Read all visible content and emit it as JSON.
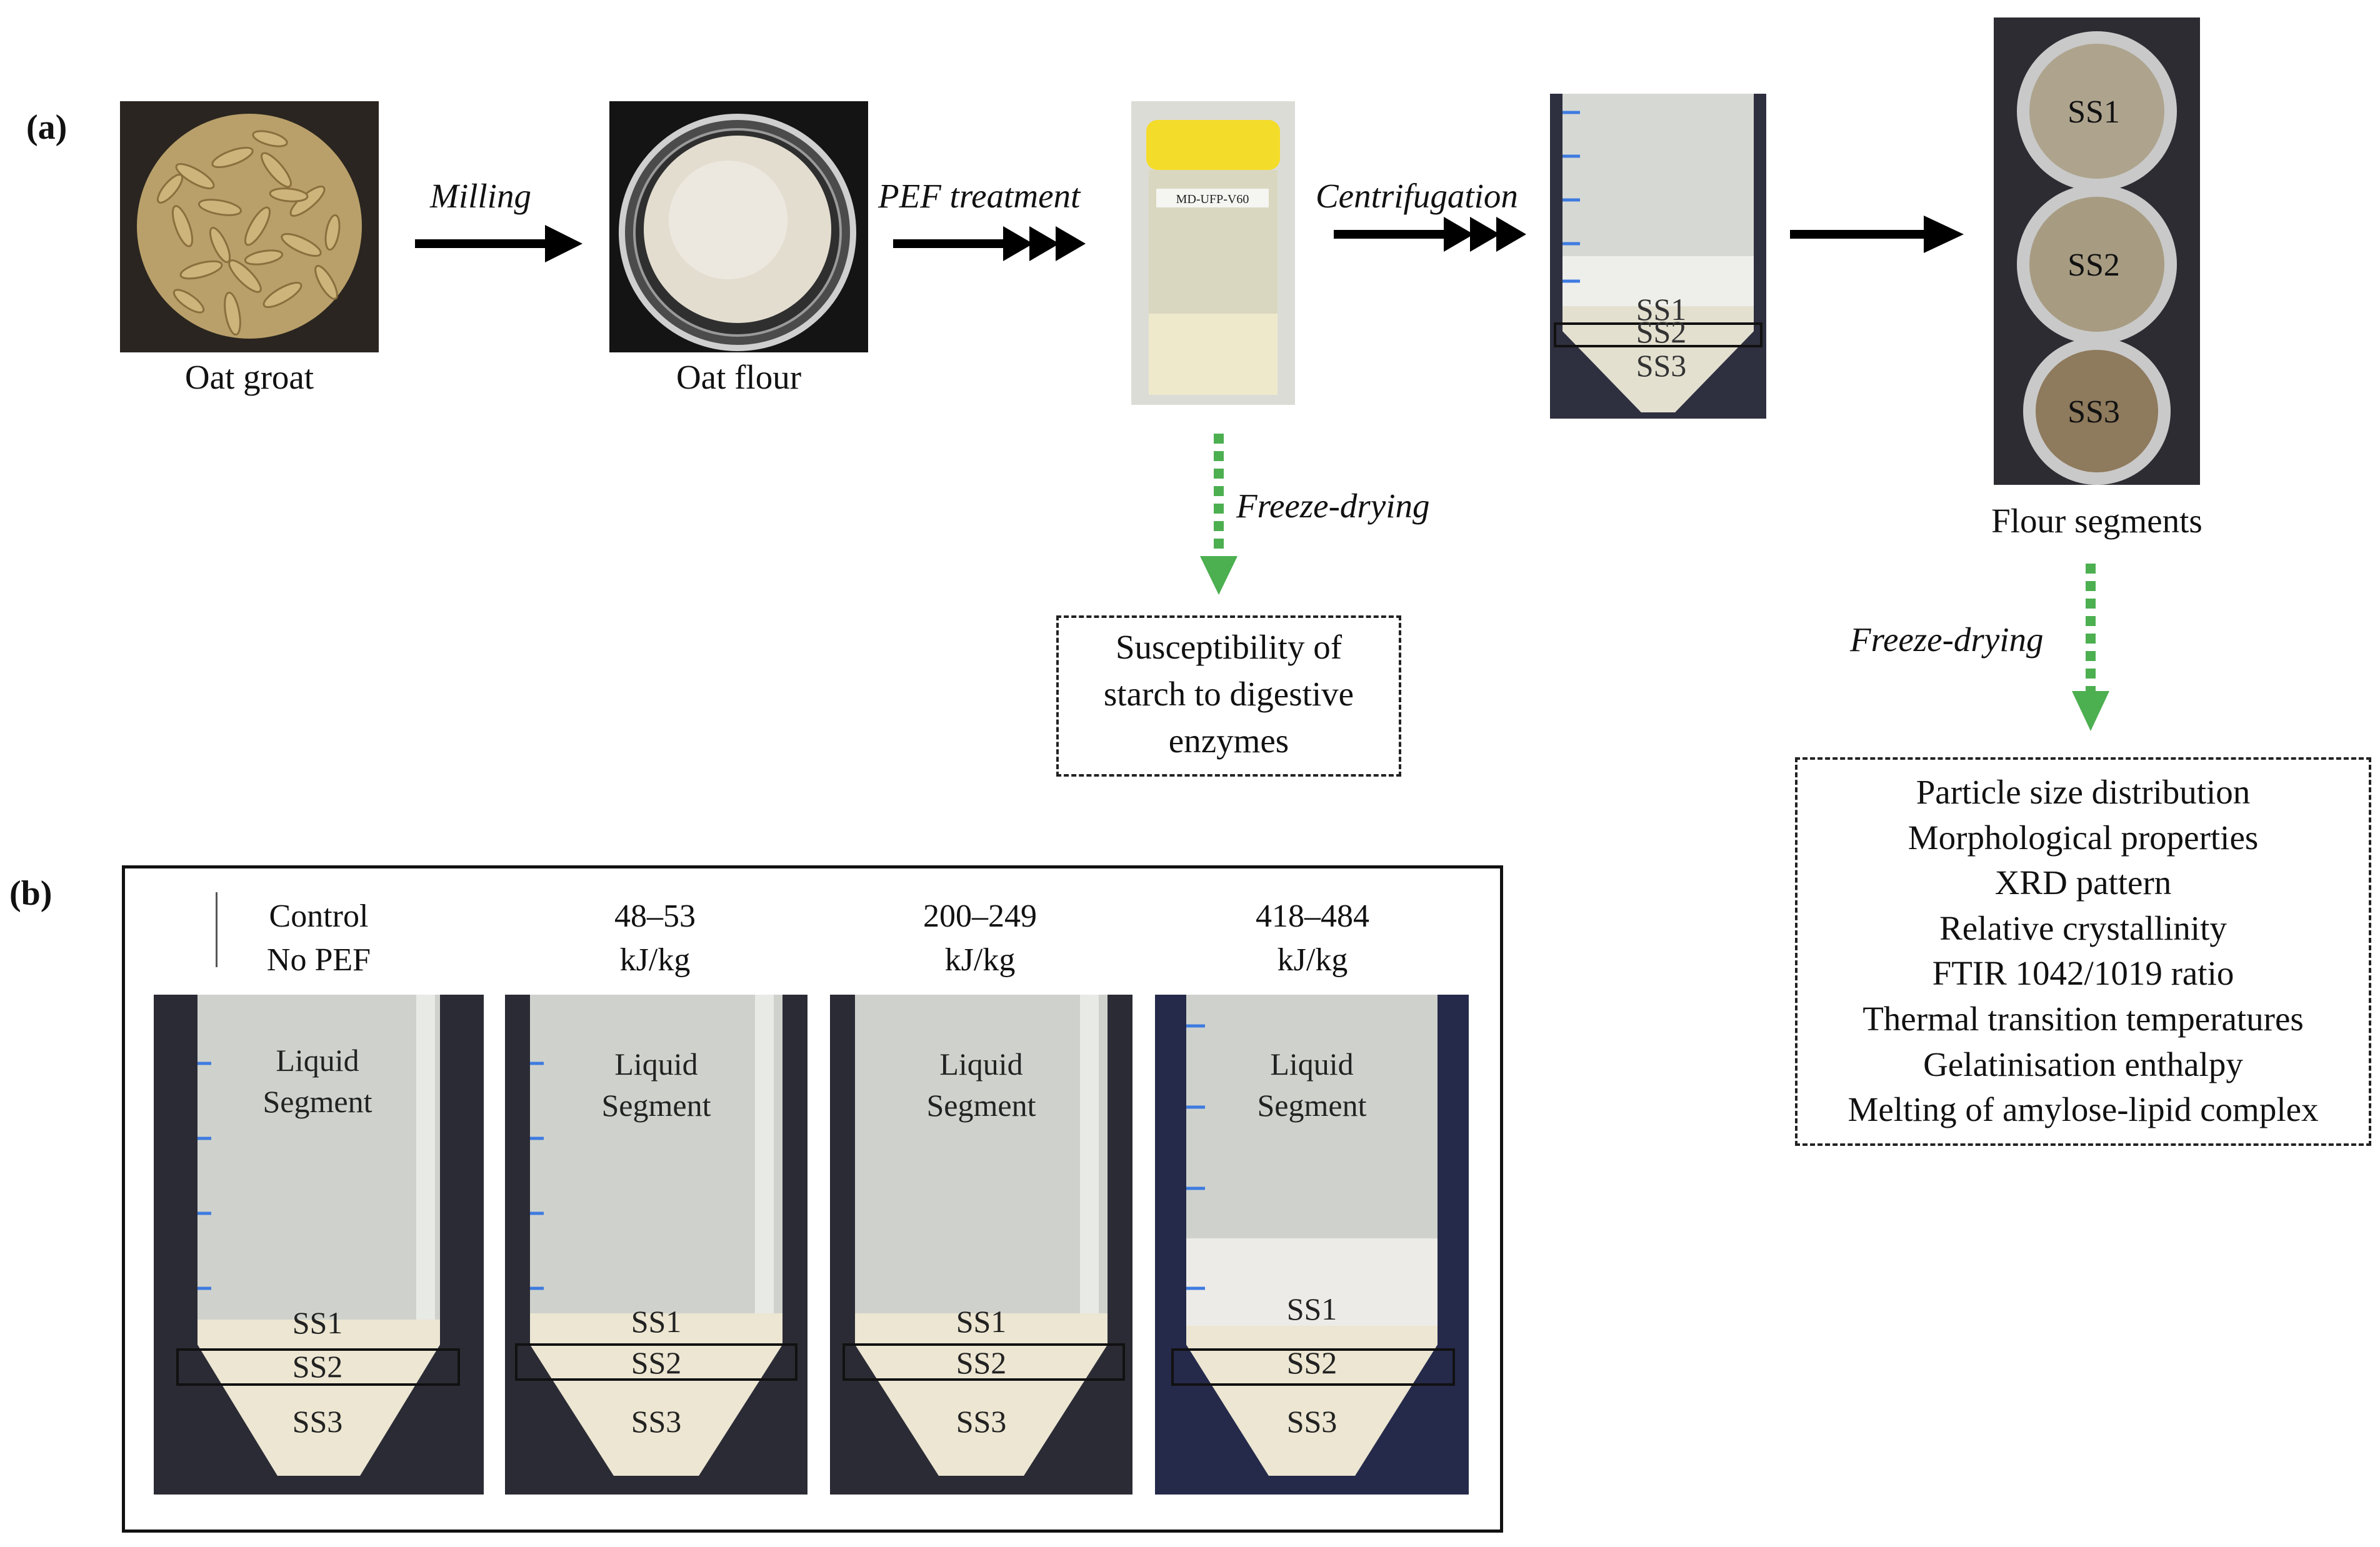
{
  "panel_a": {
    "label": "(a)",
    "steps": [
      {
        "caption": "Oat groat"
      },
      {
        "caption": "Oat flour"
      },
      {
        "bottle_label": "MD-UFP-V60"
      },
      {
        "tube_layers": [
          "SS1",
          "SS2",
          "SS3"
        ]
      },
      {
        "caption": "Flour segments",
        "dish_labels": [
          "SS1",
          "SS2",
          "SS3"
        ]
      }
    ],
    "arrows": {
      "milling": "Milling",
      "pef": "PEF treatment",
      "centrifugation": "Centrifugation",
      "freeze_drying_1": "Freeze-drying",
      "freeze_drying_2": "Freeze-drying"
    },
    "box_starch": [
      "Susceptibility of",
      "starch to digestive",
      "enzymes"
    ],
    "box_analyses": [
      "Particle size distribution",
      "Morphological properties",
      "XRD pattern",
      "Relative crystallinity",
      "FTIR 1042/1019 ratio",
      "Thermal transition temperatures",
      "Gelatinisation enthalpy",
      "Melting of amylose-lipid complex"
    ]
  },
  "panel_b": {
    "label": "(b)",
    "columns": [
      {
        "line1": "Control",
        "line2": "No PEF"
      },
      {
        "line1": "48–53",
        "line2": "kJ/kg"
      },
      {
        "line1": "200–249",
        "line2": "kJ/kg"
      },
      {
        "line1": "418–484",
        "line2": "kJ/kg"
      }
    ],
    "liquid_label": [
      "Liquid",
      "Segment"
    ],
    "segments": [
      "SS1",
      "SS2",
      "SS3"
    ]
  },
  "colors": {
    "arrow": "#000000",
    "dotted_arrow": "#4caf50",
    "tube_liquid": "#cfd2cc",
    "sediment": "#ece6d2",
    "background_dark": "#2b2b35",
    "cap_yellow": "#f4dc2a"
  }
}
